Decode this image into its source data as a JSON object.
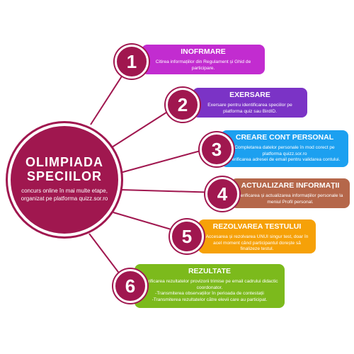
{
  "colors": {
    "hub": "#a0174f",
    "line": "#a0174f",
    "steps": [
      "#c22cd0",
      "#7b33c6",
      "#1ca0f0",
      "#b5674a",
      "#f6a108",
      "#7cba1c"
    ]
  },
  "hub": {
    "title": "OLIMPIADA\nSPECIILOR",
    "subtitle": "concurs online în mai multe etape, organizat pe platforma quizz.sor.ro"
  },
  "steps": [
    {
      "number": "1",
      "title": "INOFRMARE",
      "description": "Citirea informațiilor din Regulament și Ghid de participare."
    },
    {
      "number": "2",
      "title": "EXERSARE",
      "description": "Exersare pentru identificarea speciilor pe platforma quiz sau BirdID."
    },
    {
      "number": "3",
      "title": "CREARE CONT PERSONAL",
      "description": "Completarea datelor personale în mod corect pe platforma quizz.sor.ro\nVerificarea adresei de email pentru validarea contului."
    },
    {
      "number": "4",
      "title": "ACTUALIZARE INFORMAȚII",
      "description": "Verificarea și actualizarea informațiilor personale la meniul Profil personal."
    },
    {
      "number": "5",
      "title": "REZOLVAREA TESTULUI",
      "description": "Accesarea și rezolvarea UNUI singur test, doar în acel moment când participantul dorește să finalizeze testul."
    },
    {
      "number": "6",
      "title": "REZULTATE",
      "description": "-Verificarea rezultatelor provizorii trimise pe email cadrului didactic coordonator.\n-Transmiterea observațiilor în perioada de contestații\n-Transmiterea rezultatelor către elevii care au participat."
    }
  ]
}
